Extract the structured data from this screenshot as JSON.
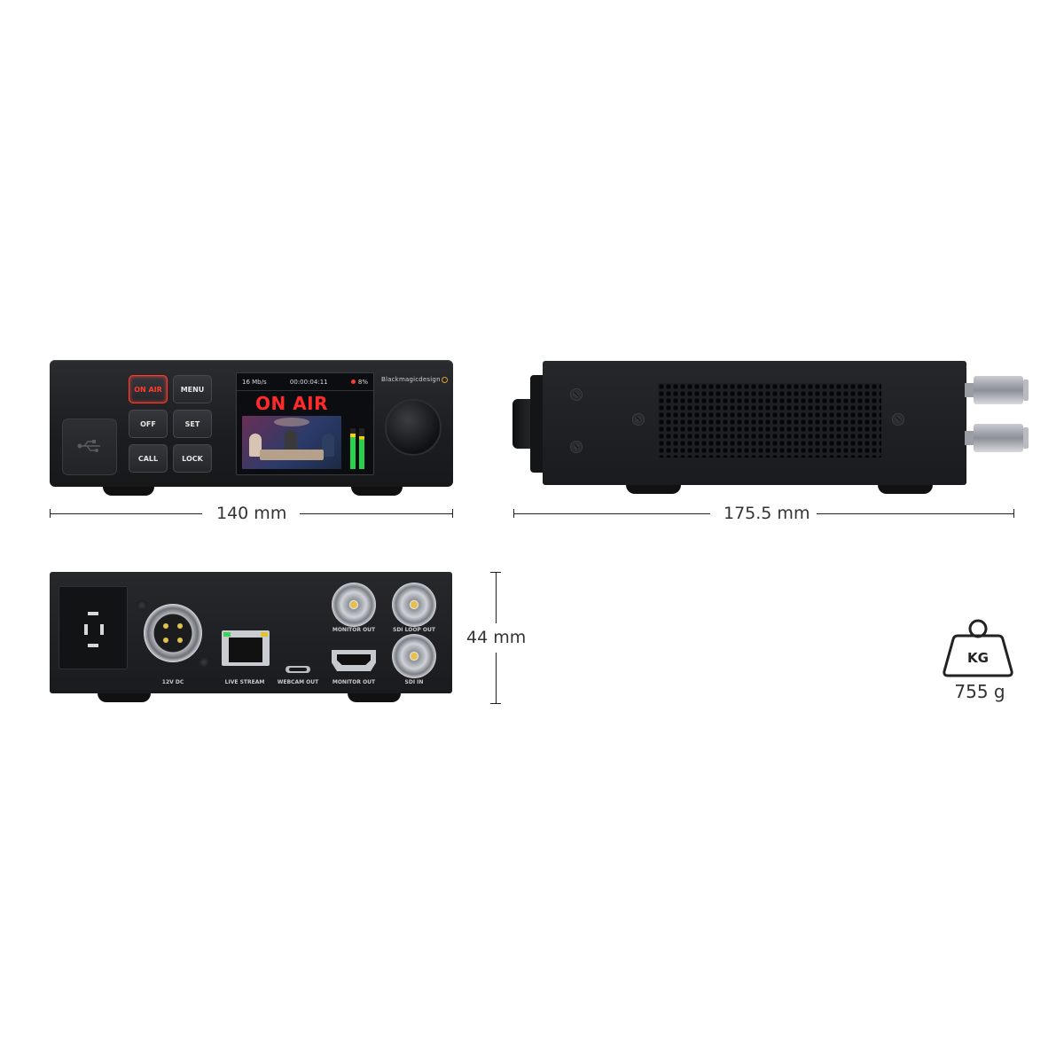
{
  "front_view": {
    "buttons": {
      "on_air": "ON AIR",
      "menu": "MENU",
      "off": "OFF",
      "set": "SET",
      "call": "CALL",
      "lock": "LOCK"
    },
    "lcd": {
      "bitrate": "16 Mb/s",
      "timecode": "00:00:04:11",
      "cache": "8%",
      "banner": "ON AIR"
    },
    "brand": "Blackmagicdesign"
  },
  "rear_view": {
    "ports": {
      "power": "12V DC",
      "ethernet": "LIVE STREAM",
      "usb": "WEBCAM OUT",
      "hdmi": "MONITOR OUT",
      "sdi_monitor": "MONITOR OUT",
      "sdi_loop": "SDI LOOP OUT",
      "sdi_in": "SDI IN"
    }
  },
  "dimensions": {
    "width": "140 mm",
    "depth": "175.5 mm",
    "height": "44 mm"
  },
  "weight": {
    "icon": "weight-kg-icon",
    "unit_label": "KG",
    "value": "755 g"
  }
}
